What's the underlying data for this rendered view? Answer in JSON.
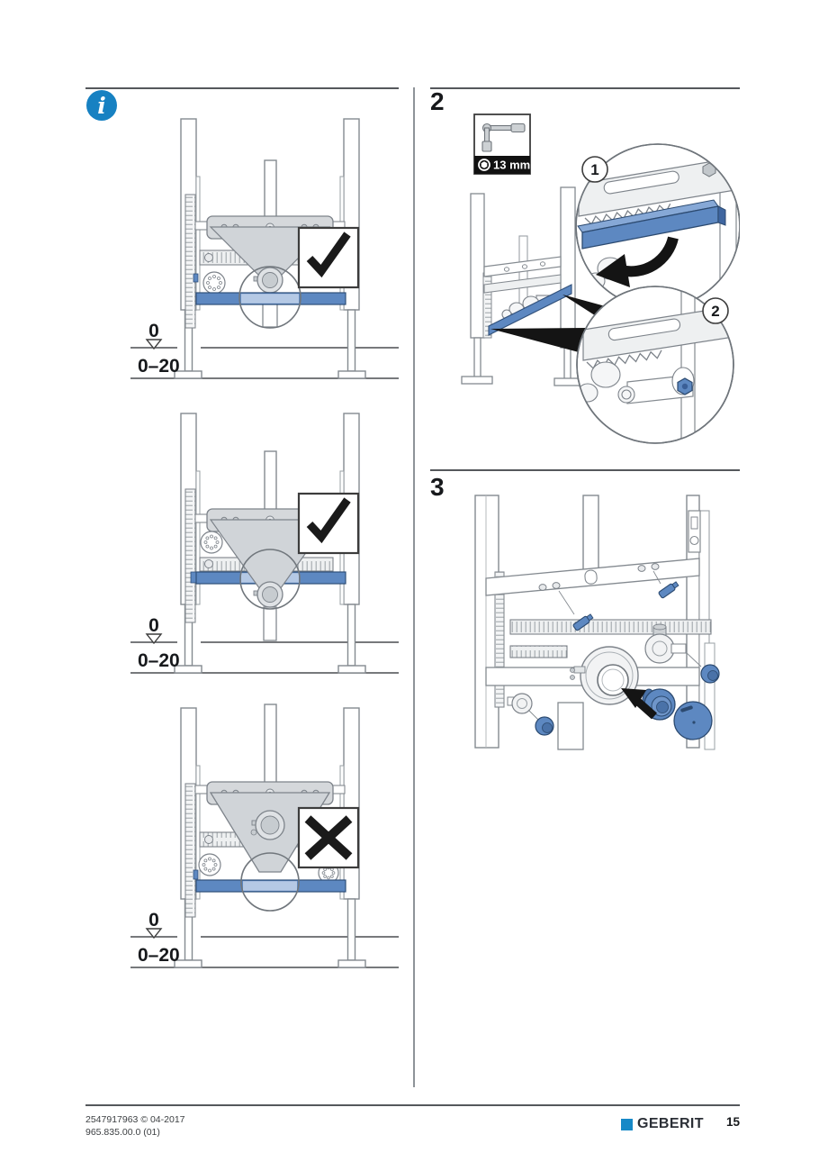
{
  "info_section": {
    "icon": "info-icon",
    "icon_glyph": "i",
    "icon_color": "#1781c2",
    "diagrams": [
      {
        "id": "alignment-correct-high",
        "result": "correct",
        "result_icon": "checkmark-icon",
        "zero_label": "0",
        "range_label": "0–20"
      },
      {
        "id": "alignment-correct-low",
        "result": "correct",
        "result_icon": "checkmark-icon",
        "zero_label": "0",
        "range_label": "0–20"
      },
      {
        "id": "alignment-incorrect",
        "result": "incorrect",
        "result_icon": "cross-icon",
        "zero_label": "0",
        "range_label": "0–20"
      }
    ]
  },
  "steps": [
    {
      "number": "2",
      "tool_badge": {
        "icon": "socket-wrench-icon",
        "socket_icon": "hex-socket-icon",
        "size_label": "13 mm"
      },
      "callout_labels": [
        "1",
        "2"
      ]
    },
    {
      "number": "3"
    }
  ],
  "footer": {
    "doc_id": "2547917963 © 04-2017",
    "doc_code": "965.835.00.0 (01)",
    "brand": "GEBERIT",
    "brand_color": "#1789c7",
    "page_number": "15"
  },
  "colors": {
    "part_blue": "#5d88c1",
    "part_blue_dark": "#2f4f79",
    "part_blue_light": "#b5c9e5",
    "outline_gray": "#7d838a",
    "fill_gray": "#d5d8db",
    "info_blue": "#1781c2"
  }
}
